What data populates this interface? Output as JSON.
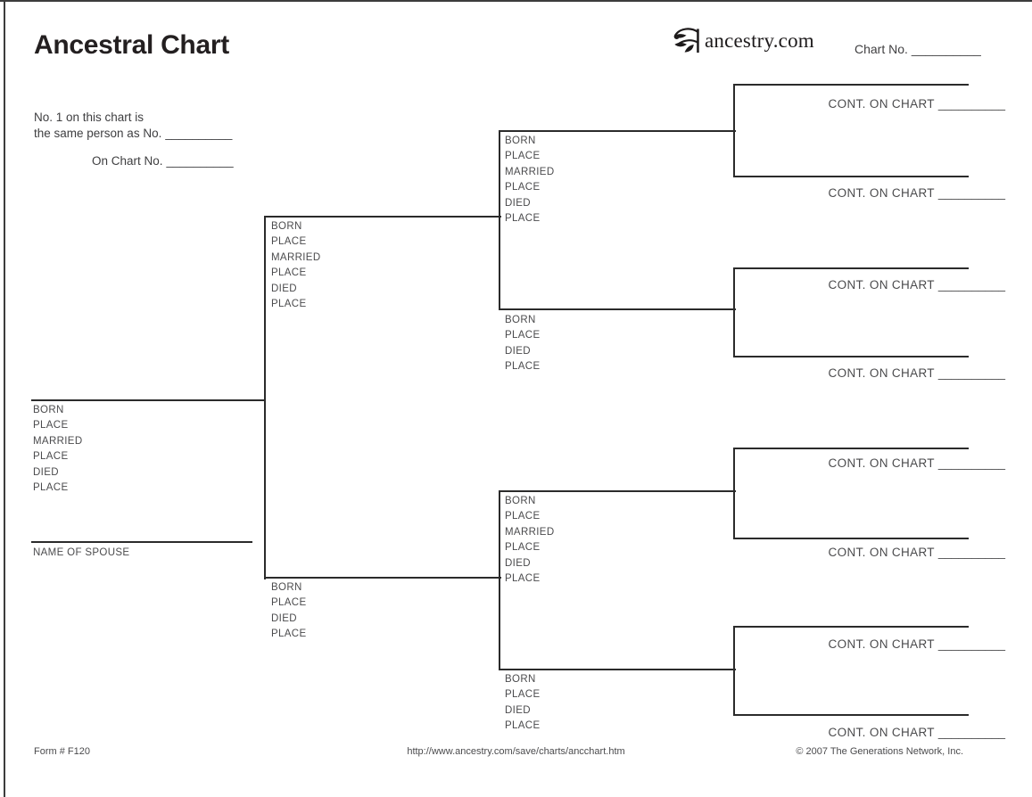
{
  "header": {
    "title": "Ancestral Chart",
    "logo_text": "ancestry.com",
    "chart_no_label": "Chart No.",
    "chart_no_blank": "__________"
  },
  "reference": {
    "line1": "No. 1 on this chart is",
    "line2_label": "the same person as No.",
    "line2_blank": "__________",
    "line3_label": "On Chart No.",
    "line3_blank": "__________"
  },
  "field_labels": {
    "spouse": "NAME OF SPOUSE",
    "cont_on_chart": "CONT. ON CHART",
    "cont_blank": "__________"
  },
  "persons": [
    {
      "fields": [
        "BORN",
        "PLACE",
        "MARRIED",
        "PLACE",
        "DIED",
        "PLACE"
      ]
    },
    {
      "fields": [
        "BORN",
        "PLACE",
        "MARRIED",
        "PLACE",
        "DIED",
        "PLACE"
      ]
    },
    {
      "fields": [
        "BORN",
        "PLACE",
        "DIED",
        "PLACE"
      ]
    },
    {
      "fields": [
        "BORN",
        "PLACE",
        "MARRIED",
        "PLACE",
        "DIED",
        "PLACE"
      ]
    },
    {
      "fields": [
        "BORN",
        "PLACE",
        "DIED",
        "PLACE"
      ]
    },
    {
      "fields": [
        "BORN",
        "PLACE",
        "MARRIED",
        "PLACE",
        "DIED",
        "PLACE"
      ]
    },
    {
      "fields": [
        "BORN",
        "PLACE",
        "DIED",
        "PLACE"
      ]
    }
  ],
  "footer": {
    "form_number": "Form # F120",
    "url": "http://www.ancestry.com/save/charts/ancchart.htm",
    "copyright": "© 2007 The Generations Network, Inc."
  },
  "colors": {
    "ink_title": "#231f20",
    "ink_lines": "#2b2b2b",
    "ink_labels": "#4b4b4d",
    "paper": "#ffffff"
  }
}
